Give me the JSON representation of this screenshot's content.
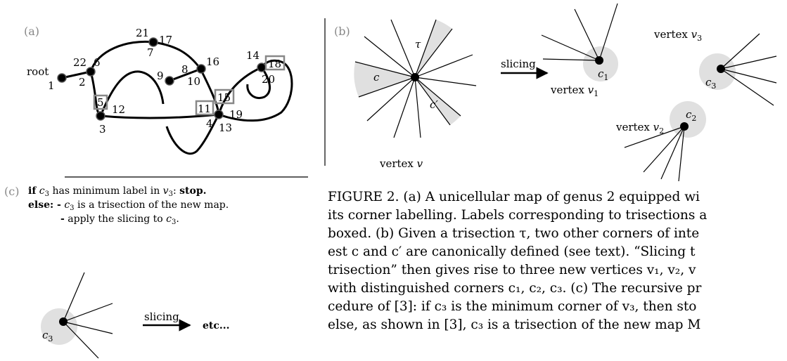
{
  "panel_a": {
    "label": "(a)",
    "root_label": "root",
    "corner_labels": [
      "1",
      "2",
      "3",
      "4",
      "5",
      "6",
      "7",
      "8",
      "9",
      "10",
      "11",
      "12",
      "13",
      "14",
      "15",
      "16",
      "17",
      "18",
      "19",
      "20",
      "21",
      "22"
    ]
  },
  "panel_b": {
    "label": "(b)",
    "tau": "τ",
    "c": "c",
    "c_prime": "c′",
    "vertex_v": "vertex",
    "v_sym": "v",
    "slicing": "slicing",
    "vertex_v1": "vertex",
    "v1_sym": "v",
    "v1_sub": "1",
    "vertex_v2": "vertex",
    "v2_sym": "v",
    "v2_sub": "2",
    "vertex_v3": "vertex",
    "v3_sym": "v",
    "v3_sub": "3",
    "c1_sym": "c",
    "c1_sub": "1",
    "c2_sym": "c",
    "c2_sub": "2",
    "c3_sym": "c",
    "c3_sub": "3"
  },
  "panel_c": {
    "label": "(c)",
    "line1_if": "if",
    "line1_rest_a": " has minimum label in ",
    "line1_stop": "stop.",
    "line2_else": "else: -",
    "line2_rest": " is a trisection of the new map.",
    "line3_dash": "-",
    "line3_rest": " apply the slicing to ",
    "slicing": "slicing",
    "etc": "etc..."
  },
  "caption": {
    "lines": [
      "FIGURE 2. (a) A unicellular map of genus 2 equipped wi",
      "its corner labelling. Labels corresponding to trisections a",
      "boxed. (b) Given a trisection τ, two other corners of inte",
      "est c and c′ are canonically defined (see text). “Slicing t",
      "trisection” then gives rise to three new vertices v₁, v₂, v",
      "with distinguished corners c₁, c₂, c₃. (c) The recursive pr",
      "cedure of [3]: if c₃ is the minimum corner of v₃, then sto",
      "else, as shown in [3], c₃ is a trisection of the new map M"
    ]
  }
}
